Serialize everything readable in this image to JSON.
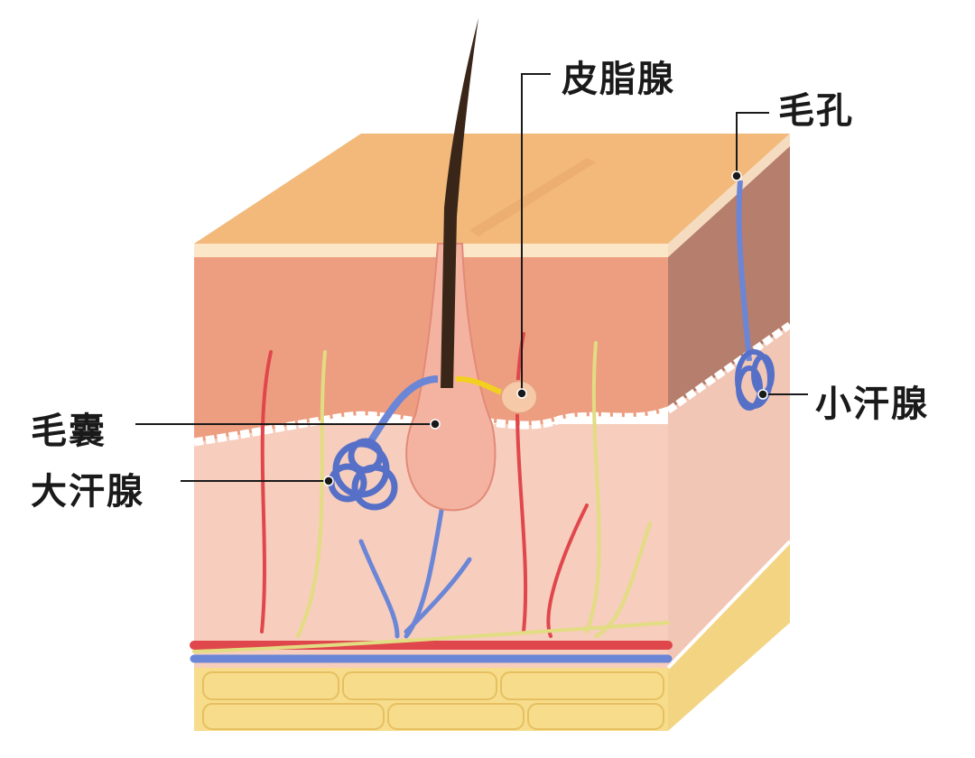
{
  "title": "Skin structure diagram",
  "labels": {
    "sebaceous_gland": "皮脂腺",
    "pore": "毛孔",
    "hair_follicle": "毛囊",
    "apocrine_gland": "大汗腺",
    "eccrine_gland": "小汗腺"
  },
  "colors": {
    "top_surface": "#f2b97a",
    "epidermis": "#ee9e80",
    "dermis": "#f7cdbd",
    "fat": "#f7dc8c",
    "vein": "#6b86d6",
    "artery": "#e0474c",
    "nerve": "#e2dc83",
    "hair": "#3a2618"
  }
}
